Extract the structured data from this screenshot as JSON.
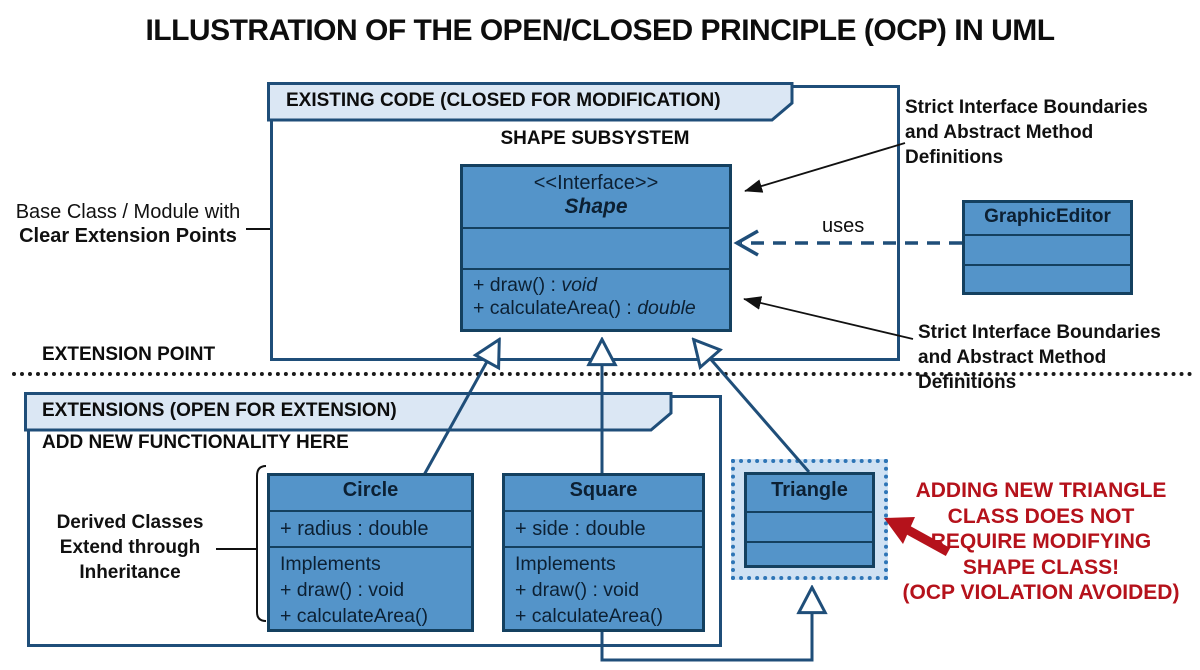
{
  "title": "ILLUSTRATION OF THE OPEN/CLOSED PRINCIPLE (OCP) IN UML",
  "existing_section": {
    "tab_label": "EXISTING CODE (CLOSED FOR MODIFICATION)",
    "subsystem_label": "SHAPE SUBSYSTEM",
    "shape_interface": {
      "stereotype": "<<Interface>>",
      "name": "Shape",
      "methods": [
        {
          "text": "+ draw() : ",
          "return_type": "void"
        },
        {
          "text": "+ calculateArea() : ",
          "return_type": "double"
        }
      ]
    },
    "graphic_editor": {
      "name": "GraphicEditor"
    },
    "uses_label": "uses"
  },
  "extension_section": {
    "tab_label": "EXTENSIONS (OPEN FOR EXTENSION)",
    "subtitle": "ADD NEW FUNCTIONALITY HERE",
    "classes": {
      "circle": {
        "name": "Circle",
        "attribute": "+ radius : double",
        "methods": "Implements\n+ draw() : void\n+ calculateArea()"
      },
      "square": {
        "name": "Square",
        "attribute": "+ side : double",
        "methods": "Implements\n+ draw() : void\n+ calculateArea()"
      },
      "triangle": {
        "name": "Triangle"
      }
    }
  },
  "labels": {
    "extension_point": "EXTENSION POINT",
    "base_class_line1": "Base Class / Module with",
    "base_class_line2": "Clear Extension Points",
    "derived_classes": "Derived Classes\nExtend through\nInheritance",
    "strict_interface_top": "Strict Interface Boundaries\nand Abstract Method\nDefinitions",
    "strict_interface_bottom": "Strict Interface Boundaries\nand Abstract Method\nDefinitions",
    "ocp_callout": "ADDING NEW TRIANGLE\nCLASS DOES NOT\nREQUIRE MODIFYING\nSHAPE CLASS!\n(OCP VIOLATION AVOIDED)"
  },
  "colors": {
    "class_fill": "#5494c9",
    "class_border": "#14405f",
    "container_border": "#1f4e79",
    "tab_fill": "#dbe7f4",
    "highlight_fill": "#cfe1f3",
    "highlight_border": "#2e75b6",
    "callout_red": "#b5121b",
    "text": "#111111"
  }
}
